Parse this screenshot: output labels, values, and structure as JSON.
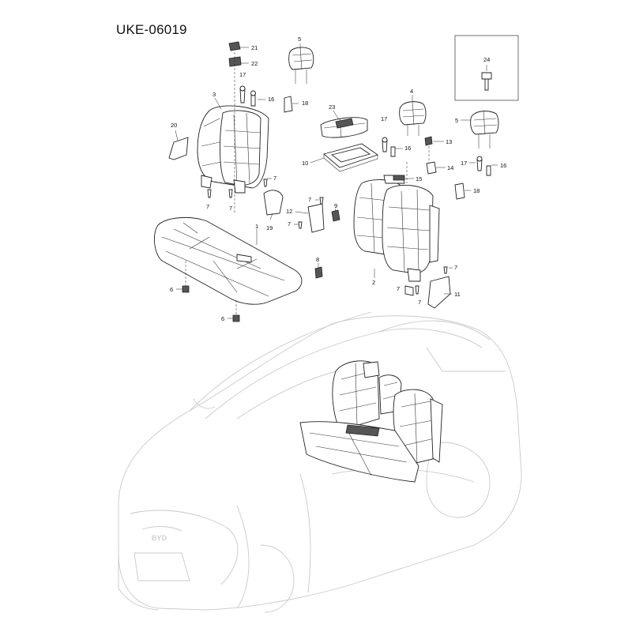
{
  "diagram": {
    "title": "UKE-06019",
    "callouts": {
      "c1": "1",
      "c2": "2",
      "c3": "3",
      "c4": "4",
      "c5a": "5",
      "c5b": "5",
      "c6a": "6",
      "c6b": "6",
      "c7a": "7",
      "c7b": "7",
      "c7c": "7",
      "c7d": "7",
      "c7e": "7",
      "c7f": "7",
      "c7g": "7",
      "c7h": "7",
      "c8": "8",
      "c9": "9",
      "c10": "10",
      "c11": "11",
      "c12": "12",
      "c13": "13",
      "c14": "14",
      "c15": "15",
      "c16a": "16",
      "c16b": "16",
      "c16c": "16",
      "c17a": "17",
      "c17b": "17",
      "c17c": "17",
      "c18a": "18",
      "c18b": "18",
      "c19": "19",
      "c20": "20",
      "c21": "21",
      "c22": "22",
      "c23": "23",
      "c24": "24"
    }
  }
}
